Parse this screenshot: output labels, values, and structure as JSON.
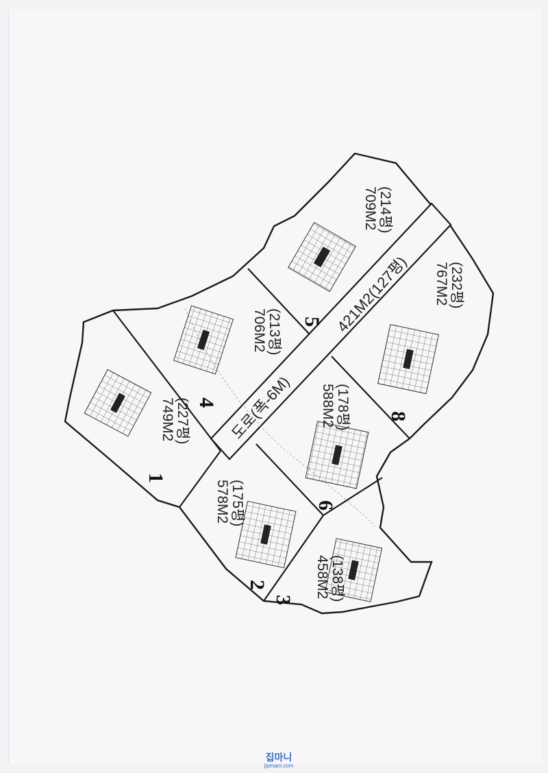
{
  "lots": [
    {
      "number": "1",
      "area": "749M2",
      "pyeong": "(227평)"
    },
    {
      "number": "2",
      "area": "578M2",
      "pyeong": "(175평)"
    },
    {
      "number": "3",
      "area": "458M2",
      "pyeong": "(138평)"
    },
    {
      "number": "4",
      "area": "706M2",
      "pyeong": "(213평)"
    },
    {
      "number": "5",
      "area": "709M2",
      "pyeong": "(214평)"
    },
    {
      "number": "6",
      "area": "588M2",
      "pyeong": "(178평)"
    },
    {
      "number": "8",
      "area": "767M2",
      "pyeong": "(232평)"
    }
  ],
  "road": {
    "label": "도로(폭-6M)",
    "area": "421M2(127평)"
  },
  "watermark": {
    "brand": "집마니",
    "url": "jipmani.com"
  },
  "colors": {
    "line": "#1a1a1a",
    "paper": "#f7f7fa",
    "watermark": "#3b6cc4"
  }
}
